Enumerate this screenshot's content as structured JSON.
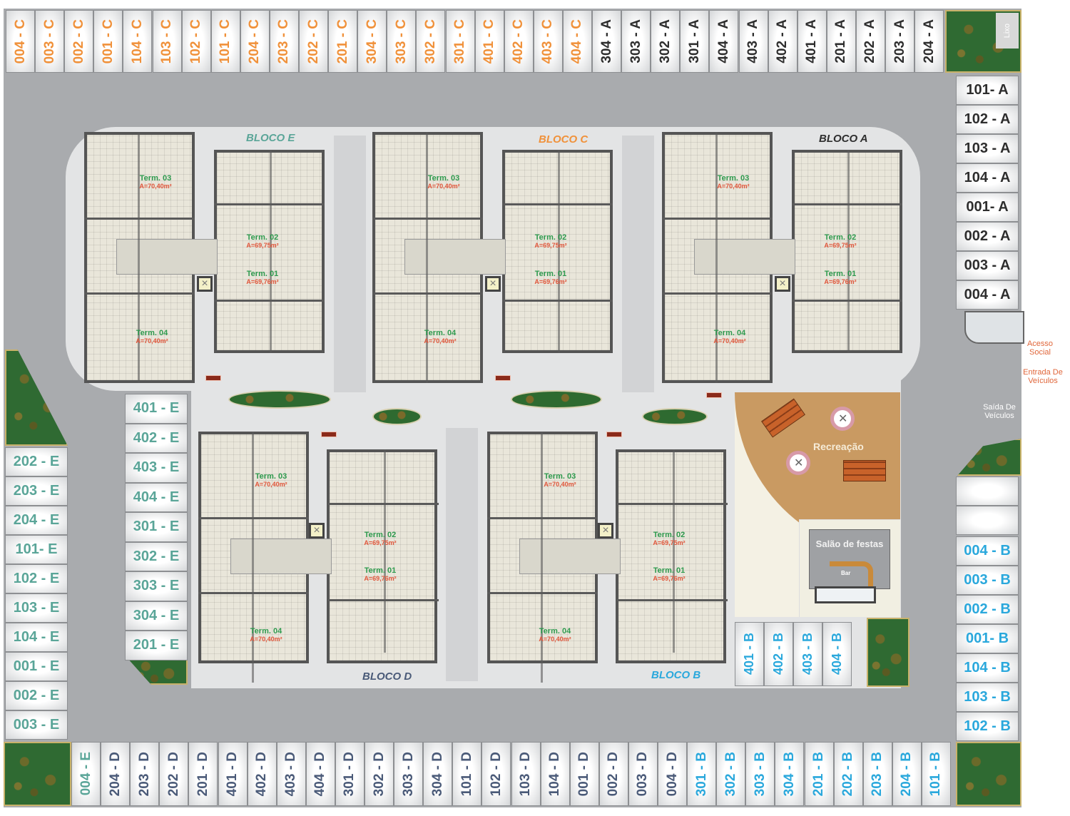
{
  "colors": {
    "C": "#f0913a",
    "A": "#2e2e2e",
    "D": "#4a5a78",
    "B": "#2aa8dc",
    "E": "#5aa598",
    "road": "#a9abae"
  },
  "parking": {
    "top": [
      "004 - C",
      "003 - C",
      "002 - C",
      "001 - C",
      "104 - C",
      "103 - C",
      "102 - C",
      "101 - C",
      "204 - C",
      "203 - C",
      "202 - C",
      "201 - C",
      "304 - C",
      "303 - C",
      "302 - C",
      "301 - C",
      "401 - C",
      "402 - C",
      "403 - C",
      "404 - C",
      "304 - A",
      "303 - A",
      "302 - A",
      "301 - A",
      "404 - A",
      "403 - A",
      "402 - A",
      "401 - A",
      "201 - A",
      "202 - A",
      "203 - A",
      "204 - A"
    ],
    "right_a": [
      "101- A",
      "102 - A",
      "103 - A",
      "104 - A",
      "001- A",
      "002 - A",
      "003 - A",
      "004 - A"
    ],
    "right_b": [
      "004 - B",
      "003 - B",
      "002 - B",
      "001- B",
      "104 - B",
      "103 - B",
      "102 - B"
    ],
    "bottom": [
      "004 - E",
      "204 - D",
      "203 - D",
      "202 - D",
      "201 - D",
      "401 - D",
      "402 - D",
      "403 - D",
      "404 - D",
      "301 - D",
      "302 - D",
      "303 - D",
      "304 - D",
      "101 - D",
      "102 - D",
      "103 - D",
      "104 - D",
      "001 - D",
      "002 - D",
      "003 - D",
      "004 - D",
      "301 - B",
      "302 - B",
      "303 - B",
      "304 - B",
      "201 - B",
      "202 - B",
      "203 - B",
      "204 - B",
      "101 - B"
    ],
    "left_outer": [
      "202 - E",
      "203 - E",
      "204 - E",
      "101- E",
      "102 - E",
      "103 - E",
      "104 - E",
      "001 - E",
      "002 - E",
      "003 - E"
    ],
    "left_inner": [
      "401 - E",
      "402 - E",
      "403 - E",
      "404 - E",
      "301 - E",
      "302 - E",
      "303 - E",
      "304 - E",
      "201 - E"
    ],
    "recreation_b": [
      "401 - B",
      "402 - B",
      "403 - B",
      "404 - B"
    ]
  },
  "blocks": [
    {
      "key": "E",
      "label": "BLOCO E",
      "terms": [
        {
          "t": "Term. 03",
          "a": "A=70,40m²"
        },
        {
          "t": "Term. 02",
          "a": "A=69,75m²"
        },
        {
          "t": "Term. 01",
          "a": "A=69,76m²"
        },
        {
          "t": "Term. 04",
          "a": "A=70,40m²"
        }
      ]
    },
    {
      "key": "C",
      "label": "BLOCO C",
      "terms": [
        {
          "t": "Term. 03",
          "a": "A=70,40m²"
        },
        {
          "t": "Term. 02",
          "a": "A=69,75m²"
        },
        {
          "t": "Term. 01",
          "a": "A=69,76m²"
        },
        {
          "t": "Term. 04",
          "a": "A=70,40m²"
        }
      ]
    },
    {
      "key": "A",
      "label": "BLOCO A",
      "terms": [
        {
          "t": "Term. 03",
          "a": "A=70,40m²"
        },
        {
          "t": "Term. 02",
          "a": "A=69,75m²"
        },
        {
          "t": "Term. 01",
          "a": "A=69,76m²"
        },
        {
          "t": "Term. 04",
          "a": "A=70,40m²"
        }
      ]
    },
    {
      "key": "D",
      "label": "BLOCO D",
      "terms": [
        {
          "t": "Term. 03",
          "a": "A=70,40m²"
        },
        {
          "t": "Term. 02",
          "a": "A=69,75m²"
        },
        {
          "t": "Term. 01",
          "a": "A=69,76m²"
        },
        {
          "t": "Term. 04",
          "a": "A=70,40m²"
        }
      ]
    },
    {
      "key": "B",
      "label": "BLOCO B",
      "terms": [
        {
          "t": "Term. 03",
          "a": "A=70,40m²"
        },
        {
          "t": "Term. 02",
          "a": "A=69,75m²"
        },
        {
          "t": "Term. 01",
          "a": "A=69,76m²"
        },
        {
          "t": "Term. 04",
          "a": "A=70,40m²"
        }
      ]
    }
  ],
  "amenities": {
    "recreation": "Recreação",
    "party_hall": "Salão de festas",
    "bar": "Bar",
    "trash": "Lixo"
  },
  "access": {
    "social": "Acesso Social",
    "entry": "Entrada De Veículos",
    "exit": "Saída De Veículos"
  }
}
